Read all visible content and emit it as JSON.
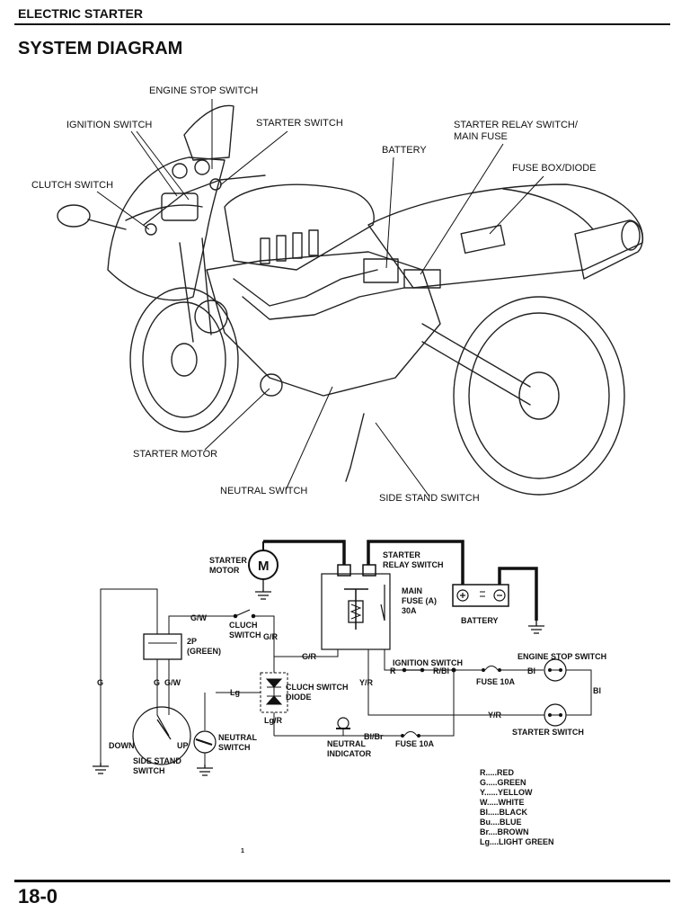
{
  "header": {
    "section": "ELECTRIC STARTER",
    "title": "SYSTEM DIAGRAM",
    "page_number": "18-0"
  },
  "bike_labels": {
    "engine_stop_switch": "ENGINE STOP SWITCH",
    "ignition_switch": "IGNITION SWITCH",
    "starter_switch": "STARTER SWITCH",
    "starter_relay_1": "STARTER RELAY SWITCH/",
    "starter_relay_2": "MAIN FUSE",
    "battery": "BATTERY",
    "fuse_box": "FUSE BOX/DIODE",
    "clutch_switch": "CLUTCH SWITCH",
    "starter_motor": "STARTER MOTOR",
    "neutral_switch": "NEUTRAL SWITCH",
    "side_stand_switch": "SIDE STAND SWITCH"
  },
  "wiring": {
    "starter": "STARTER",
    "motor": "MOTOR",
    "m": "M",
    "starter_relay_1": "STARTER",
    "starter_relay_2": "RELAY SWITCH",
    "main_fuse_1": "MAIN",
    "main_fuse_2": "FUSE (A)",
    "main_fuse_3": "30A",
    "battery": "BATTERY",
    "gw_top": "G/W",
    "cluch_1": "CLUCH",
    "cluch_2": "SWITCH",
    "gr_1": "G/R",
    "connector_1": "2P",
    "connector_2": "(GREEN)",
    "gr_2": "G/R",
    "ignition_switch": "IGNITION SWITCH",
    "r": "R",
    "rbl": "R/Bl",
    "engine_stop_switch": "ENGINE STOP SWITCH",
    "bl_1": "Bl",
    "bl_2": "Bl",
    "fuse_10a_1": "FUSE 10A",
    "g": "G",
    "g2": "G",
    "gw2": "G/W",
    "lg": "Lg",
    "diode_1": "CLUCH SWITCH",
    "diode_2": "DIODE",
    "yr_1": "Y/R",
    "yr_2": "Y/R",
    "starter_switch": "STARTER SWITCH",
    "lgr": "Lg/R",
    "down": "DOWN",
    "up": "UP",
    "side_stand_1": "SIDE STAND",
    "side_stand_2": "SWITCH",
    "neutral_sw_1": "NEUTRAL",
    "neutral_sw_2": "SWITCH",
    "neutral_ind_1": "NEUTRAL",
    "neutral_ind_2": "INDICATOR",
    "blbr": "Bl/Br",
    "fuse_10a_2": "FUSE 10A"
  },
  "legend": [
    "R.....RED",
    "G.....GREEN",
    "Y......YELLOW",
    "W.....WHITE",
    "Bl.....BLACK",
    "Bu....BLUE",
    "Br....BROWN",
    "Lg....LIGHT GREEN"
  ],
  "footnote": "1"
}
